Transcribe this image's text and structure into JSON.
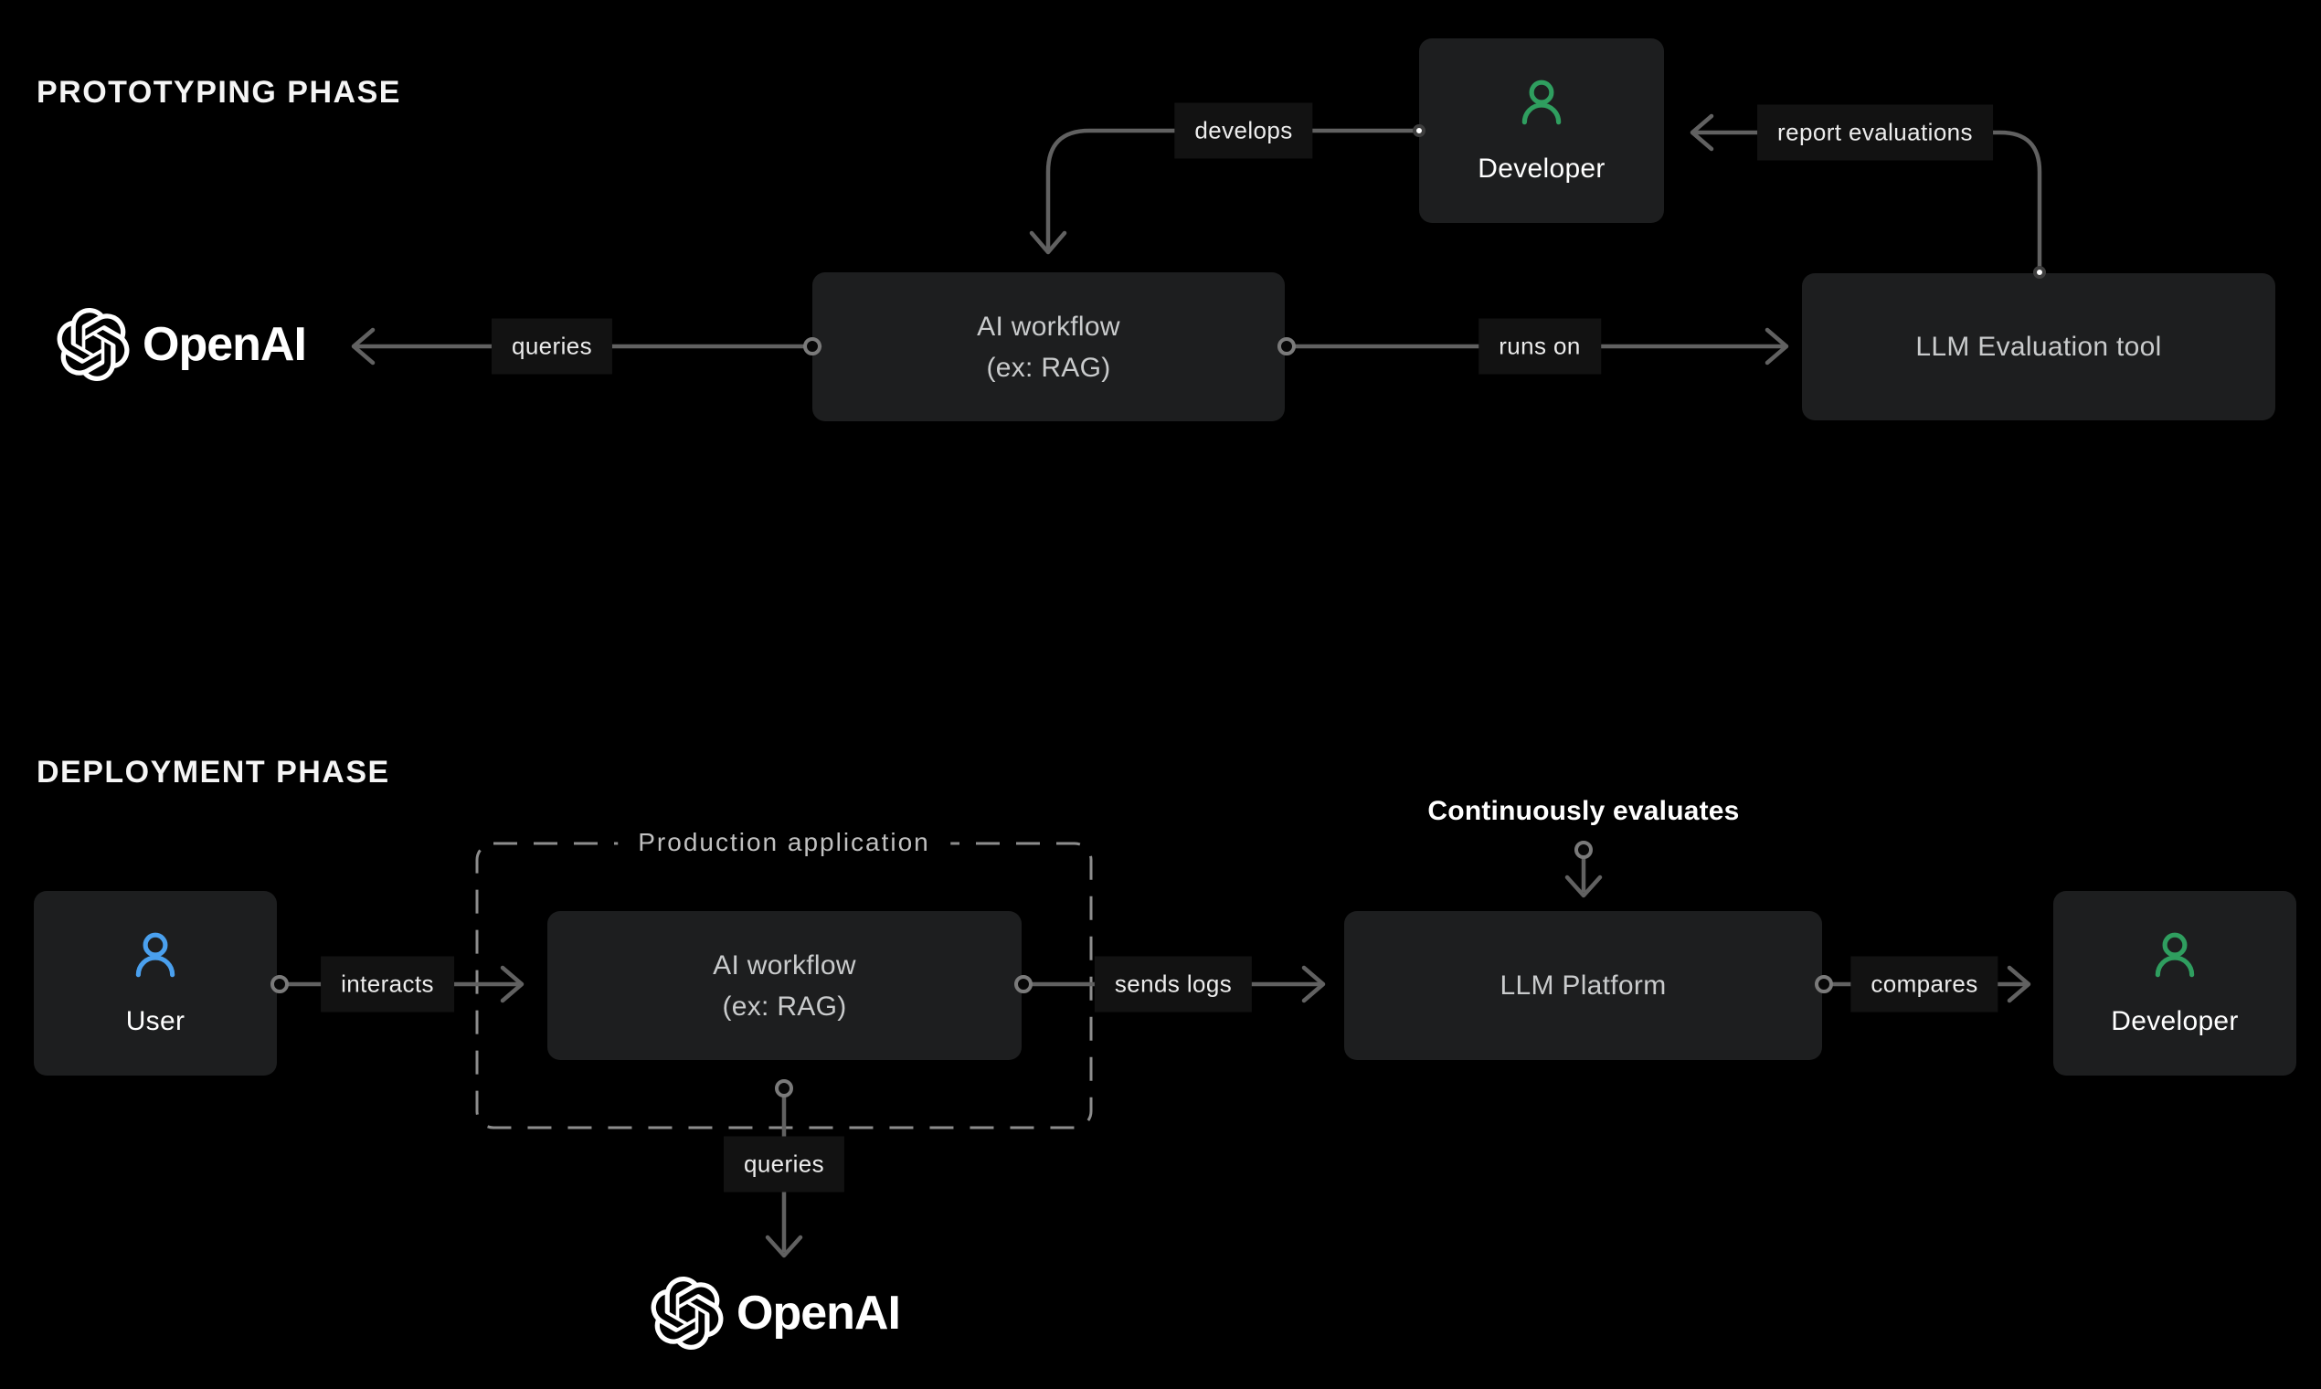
{
  "diagram": {
    "prototyping": {
      "title": "PROTOTYPING PHASE",
      "openai_label": "OpenAI",
      "developer_label": "Developer",
      "ai_workflow_line1": "AI workflow",
      "ai_workflow_line2": "(ex: RAG)",
      "llm_eval_label": "LLM Evaluation tool",
      "edge_develops": "develops",
      "edge_report_evaluations": "report evaluations",
      "edge_queries": "queries",
      "edge_runs_on": "runs on"
    },
    "deployment": {
      "title": "DEPLOYMENT PHASE",
      "user_label": "User",
      "production_container_label": "Production application",
      "ai_workflow_line1": "AI workflow",
      "ai_workflow_line2": "(ex: RAG)",
      "llm_platform_label": "LLM Platform",
      "developer_label": "Developer",
      "openai_label": "OpenAI",
      "annotation_continuously_evaluates": "Continuously evaluates",
      "edge_interacts": "interacts",
      "edge_sends_logs": "sends logs",
      "edge_compares": "compares",
      "edge_queries": "queries"
    },
    "colors": {
      "background": "#000000",
      "box_bg": "#1d1e1f",
      "label_bg": "#121212",
      "line_gray": "#616161",
      "dashed_gray": "#8d8d8d",
      "accent_green": "#2f9e5f",
      "accent_blue": "#4aa0ee",
      "text_white": "#ffffff",
      "text_gray": "#c9cbcc"
    }
  }
}
